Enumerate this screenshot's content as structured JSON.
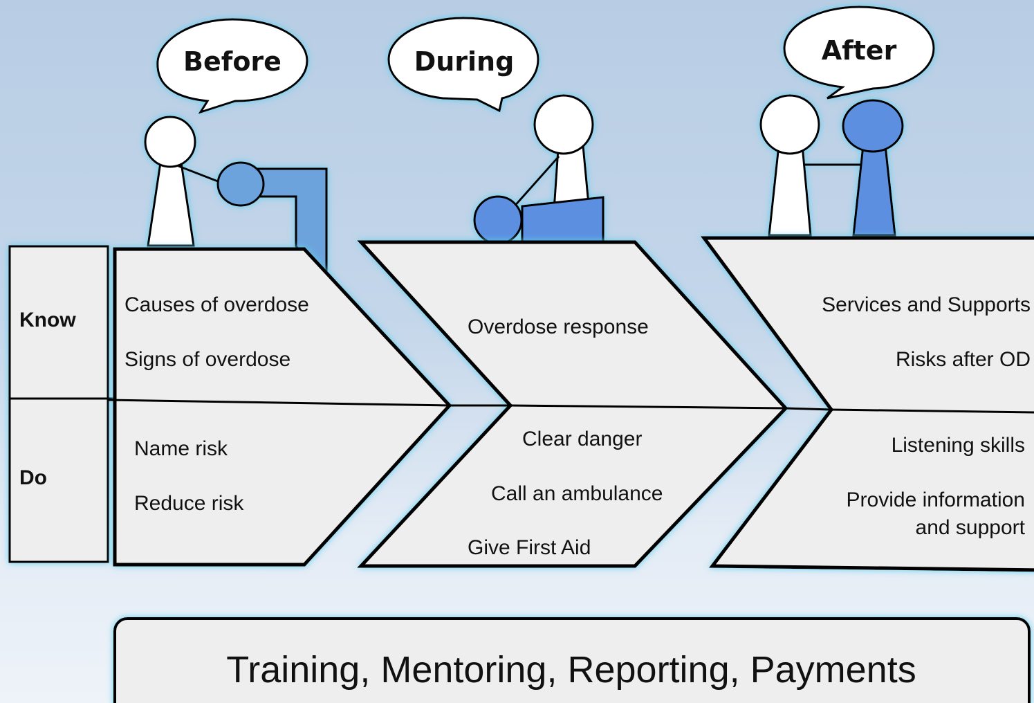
{
  "rows": {
    "know": "Know",
    "do": "Do"
  },
  "phases": {
    "before": {
      "title": "Before",
      "know": [
        "Causes of overdose",
        "Signs of overdose"
      ],
      "do": [
        "Name risk",
        "Reduce risk"
      ]
    },
    "during": {
      "title": "During",
      "know": [
        "Overdose response"
      ],
      "do": [
        "Clear danger",
        "Call an ambulance",
        "Give First Aid"
      ]
    },
    "after": {
      "title": "After",
      "know": [
        "Services and Supports",
        "Risks after OD"
      ],
      "do": [
        "Listening skills",
        "Provide information",
        "and support"
      ]
    }
  },
  "footer": "Training, Mentoring, Reporting, Payments",
  "colors": {
    "panel_fill": "#eeeeee",
    "figure_white": "#ffffff",
    "figure_blue": "#5b8fe0",
    "figure_blue_light": "#6da3dc",
    "glow": "#5fd0f0",
    "outline": "#000000"
  }
}
